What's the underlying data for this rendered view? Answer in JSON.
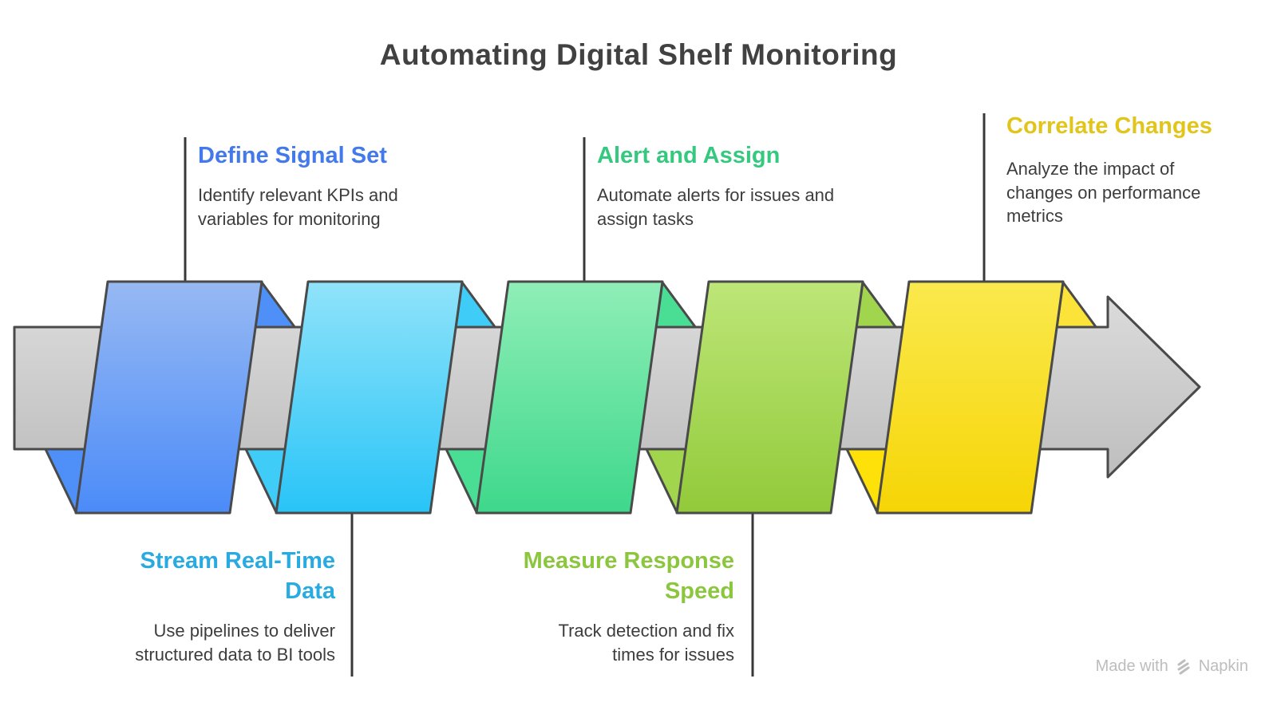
{
  "title": "Automating Digital Shelf Monitoring",
  "steps": [
    {
      "title": "Define Signal Set",
      "description": "Identify relevant KPIs and variables for monitoring",
      "label_position": "top",
      "accent_color": "#4479ea",
      "ribbon_color_top": "#97b9f3",
      "ribbon_color_bottom": "#4b8bf8"
    },
    {
      "title": "Stream Real-Time Data",
      "description": "Use pipelines to deliver structured data to BI tools",
      "label_position": "bottom",
      "accent_color": "#29abe2",
      "ribbon_color_top": "#90e3fa",
      "ribbon_color_bottom": "#28c4f7"
    },
    {
      "title": "Alert and Assign",
      "description": "Automate alerts for issues and assign tasks",
      "label_position": "top",
      "accent_color": "#35c97f",
      "ribbon_color_top": "#8feeb7",
      "ribbon_color_bottom": "#3ed88b"
    },
    {
      "title": "Measure Response Speed",
      "description": "Track detection and fix times for issues",
      "label_position": "bottom",
      "accent_color": "#8cc63f",
      "ribbon_color_top": "#bde678",
      "ribbon_color_bottom": "#92ca3a"
    },
    {
      "title": "Correlate Changes",
      "description": "Analyze the impact of changes on performance metrics",
      "label_position": "top",
      "accent_color": "#e2c51b",
      "ribbon_color_top": "#fae94e",
      "ribbon_color_bottom": "#f6d505"
    }
  ],
  "arrow": {
    "color_top": "#dbdbdb",
    "color_bottom": "#bebebe",
    "outline_color": "#4a4a4a",
    "direction": "right"
  },
  "watermark": {
    "prefix": "Made with",
    "brand": "Napkin",
    "icon": "napkin-logo-icon",
    "color": "#bdbdbd"
  }
}
